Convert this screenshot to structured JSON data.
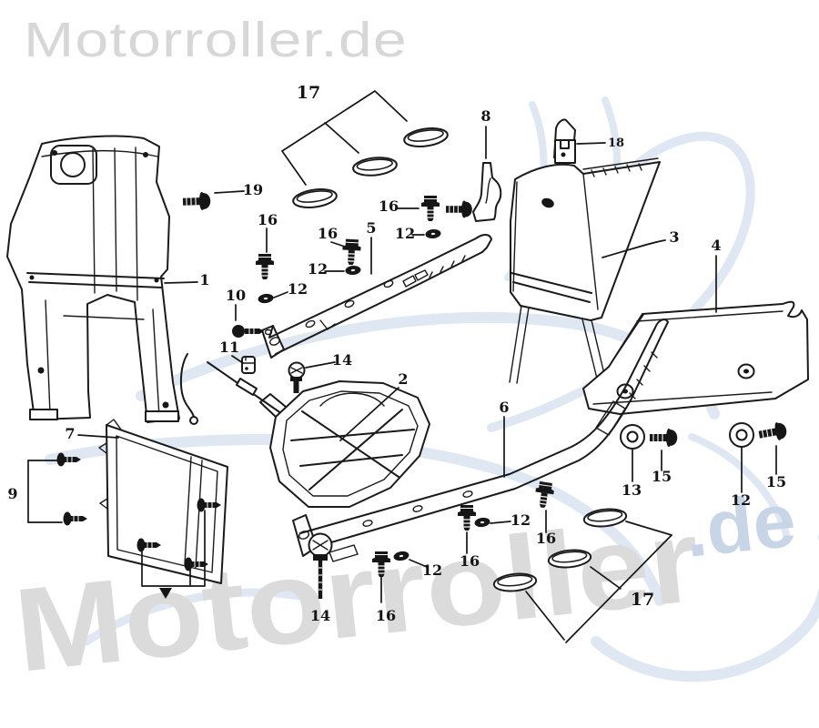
{
  "header": {
    "logo": "Motorroller.de"
  },
  "watermark": {
    "brand": "Motorroller",
    "suffix": ".de"
  },
  "colors": {
    "background": "#ffffff",
    "line_art": "#1a1a1a",
    "logo_gray": "#d7d7d7",
    "watermark_gray": "#dbdbdb",
    "watermark_blue": "#dee7f2",
    "domain_blue": "#c7d5e6"
  },
  "callouts": {
    "c17_top": "17",
    "c8": "8",
    "c18": "18",
    "c19": "19",
    "c16_a": "16",
    "c16_b": "16",
    "c16_c": "16",
    "c12_top": "12",
    "c5": "5",
    "c12_b": "12",
    "c12_a": "12",
    "c10": "10",
    "c1": "1",
    "c11": "11",
    "c14_top": "14",
    "c2": "2",
    "c3": "3",
    "c4": "4",
    "c6": "6",
    "c7": "7",
    "c9": "9",
    "c13": "13",
    "c15_a": "15",
    "c12_w": "12",
    "c15_b": "15",
    "c12_c": "12",
    "c16_d": "16",
    "c16_e": "16",
    "c12_d": "12",
    "c14_b": "14",
    "c16_f": "16",
    "c17_b": "17"
  }
}
